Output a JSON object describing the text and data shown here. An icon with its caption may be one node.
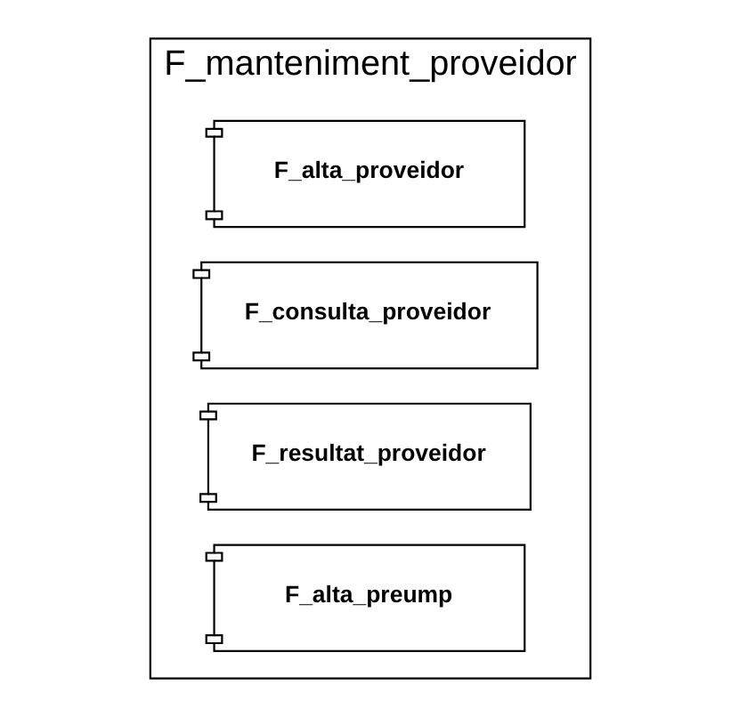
{
  "diagram": {
    "nodes": [
      {
        "text": [
          "F_manteniment_proveidor"
        ]
      },
      {
        "text": [
          "F_alta_proveidor"
        ],
        "in": 0
      },
      {
        "text": [
          "F_consulta_proveidor"
        ],
        "in": 0
      },
      {
        "text": [
          "F_resultat_proveidor"
        ],
        "in": 0
      },
      {
        "text": [
          "F_alta_preump"
        ],
        "in": 0
      }
    ],
    "edges": []
  }
}
